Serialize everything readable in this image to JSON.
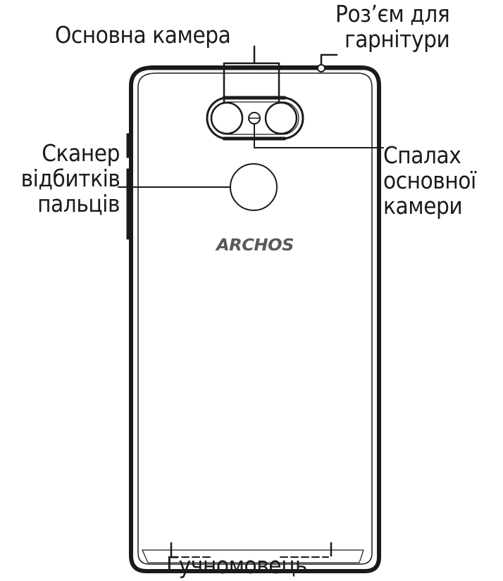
{
  "labels": {
    "main_camera": "Основна камера",
    "headset_jack": [
      "Роз’єм для",
      "гарнітури"
    ],
    "fingerprint_scanner": [
      "Сканер",
      "відбитків",
      "пальців"
    ],
    "flash": [
      "Спалах",
      "основної",
      "камери"
    ],
    "speaker": "Гучномовець"
  },
  "brand": "ARCHOS",
  "colors": {
    "line": "#1a1a1a",
    "brand": "#5a5a5a"
  }
}
